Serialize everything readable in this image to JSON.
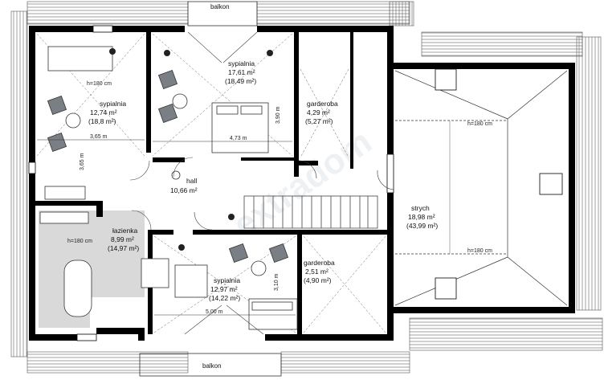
{
  "balcony_top": "balkon",
  "balcony_bottom": "balkon",
  "rooms": {
    "bedroom_nw": {
      "name": "sypialnia",
      "area1": "12,74 m²",
      "area2": "(18,8 m²)"
    },
    "bedroom_n": {
      "name": "sypialnia",
      "area1": "17,61 m²",
      "area2": "(18,49 m²)"
    },
    "wardrobe_n": {
      "name": "garderoba",
      "area1": "4,29 m²",
      "area2": "(5,27 m²)"
    },
    "hall": {
      "name": "hall",
      "area1": "10,66 m²"
    },
    "bathroom": {
      "name": "łazienka",
      "area1": "8,99 m²",
      "area2": "(14,97 m²)"
    },
    "bedroom_s": {
      "name": "sypialnia",
      "area1": "12,97 m²",
      "area2": "(14,22 m²)"
    },
    "wardrobe_s": {
      "name": "garderoba",
      "area1": "2,51 m²",
      "area2": "(4,90 m²)"
    },
    "attic": {
      "name": "strych",
      "area1": "18,98 m²",
      "area2": "(43,99 m²)"
    }
  },
  "dimensions": {
    "nw_h180": "h=180 cm",
    "nw_width": "3,65 m",
    "nw_depth": "3,65 m",
    "n_width": "4,73 m",
    "n_depth": "3,90 m",
    "bath_h180": "h=180 cm",
    "s_width": "5,00 m",
    "s_depth": "3,10 m",
    "attic_h180_top": "h=180 cm",
    "attic_h180_bottom": "h=180 cm"
  },
  "watermark": "extradom",
  "colors": {
    "wall": "#000000",
    "bathroom_floor": "#d9d9d9",
    "roof_hatch": "#888888"
  }
}
